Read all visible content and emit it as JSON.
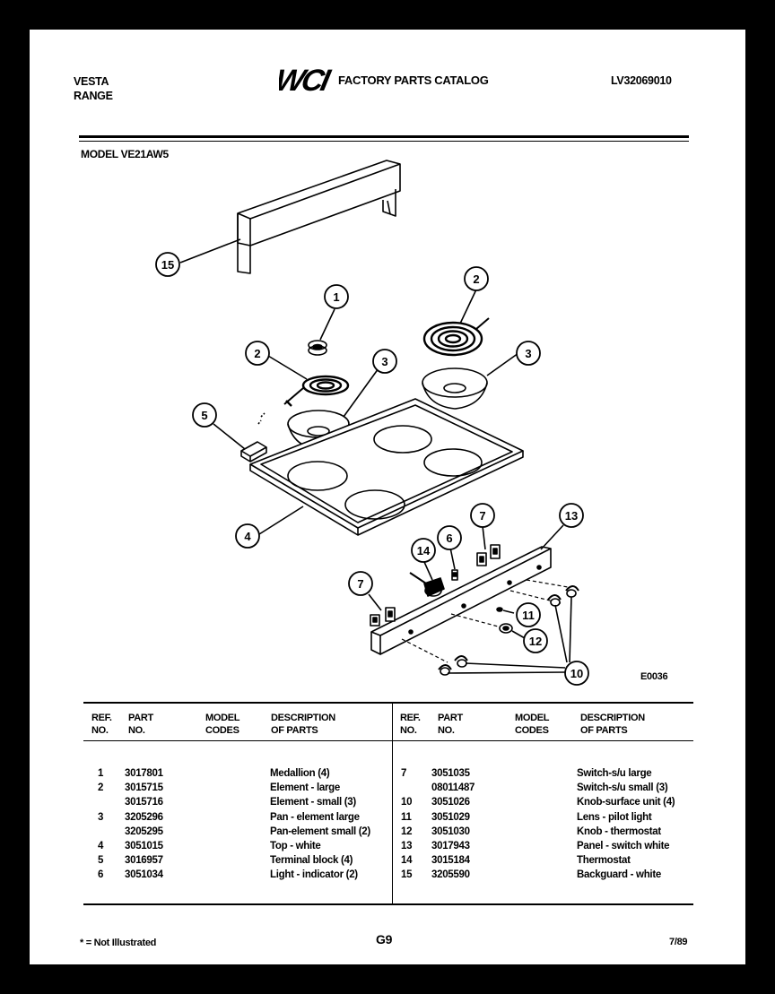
{
  "header": {
    "brand": "VESTA",
    "product": "RANGE",
    "logo_text": "WCI",
    "catalog_title": "FACTORY PARTS CATALOG",
    "catalog_number": "LV32069010",
    "model": "MODEL VE21AW5"
  },
  "diagram": {
    "callouts": [
      "15",
      "1",
      "2",
      "3",
      "2",
      "3",
      "5",
      "4",
      "7",
      "6",
      "14",
      "13",
      "7",
      "11",
      "12",
      "10"
    ],
    "code": "E0036"
  },
  "table": {
    "headers": {
      "ref_no": "REF.\nNO.",
      "part_no": "PART\nNO.",
      "model_codes": "MODEL\nCODES",
      "description": "DESCRIPTION\nOF PARTS"
    },
    "left_rows": [
      {
        "ref": "1",
        "part": "3017801",
        "desc": "Medallion (4)"
      },
      {
        "ref": "2",
        "part": "3015715",
        "desc": "Element - large"
      },
      {
        "ref": "",
        "part": "3015716",
        "desc": "Element - small (3)"
      },
      {
        "ref": "3",
        "part": "3205296",
        "desc": "Pan - element large"
      },
      {
        "ref": "",
        "part": "3205295",
        "desc": "Pan-element small (2)"
      },
      {
        "ref": "4",
        "part": "3051015",
        "desc": "Top - white"
      },
      {
        "ref": "5",
        "part": "3016957",
        "desc": "Terminal block (4)"
      },
      {
        "ref": "6",
        "part": "3051034",
        "desc": "Light - indicator (2)"
      }
    ],
    "right_rows": [
      {
        "ref": "7",
        "part": "3051035",
        "desc": "Switch-s/u large"
      },
      {
        "ref": "",
        "part": "08011487",
        "desc": "Switch-s/u small (3)"
      },
      {
        "ref": "10",
        "part": "3051026",
        "desc": "Knob-surface unit (4)"
      },
      {
        "ref": "11",
        "part": "3051029",
        "desc": "Lens - pilot light"
      },
      {
        "ref": "12",
        "part": "3051030",
        "desc": "Knob - thermostat"
      },
      {
        "ref": "13",
        "part": "3017943",
        "desc": "Panel - switch white"
      },
      {
        "ref": "14",
        "part": "3015184",
        "desc": "Thermostat"
      },
      {
        "ref": "15",
        "part": "3205590",
        "desc": "Backguard - white"
      }
    ]
  },
  "footer": {
    "note": "* = Not Illustrated",
    "page": "G9",
    "date": "7/89"
  }
}
